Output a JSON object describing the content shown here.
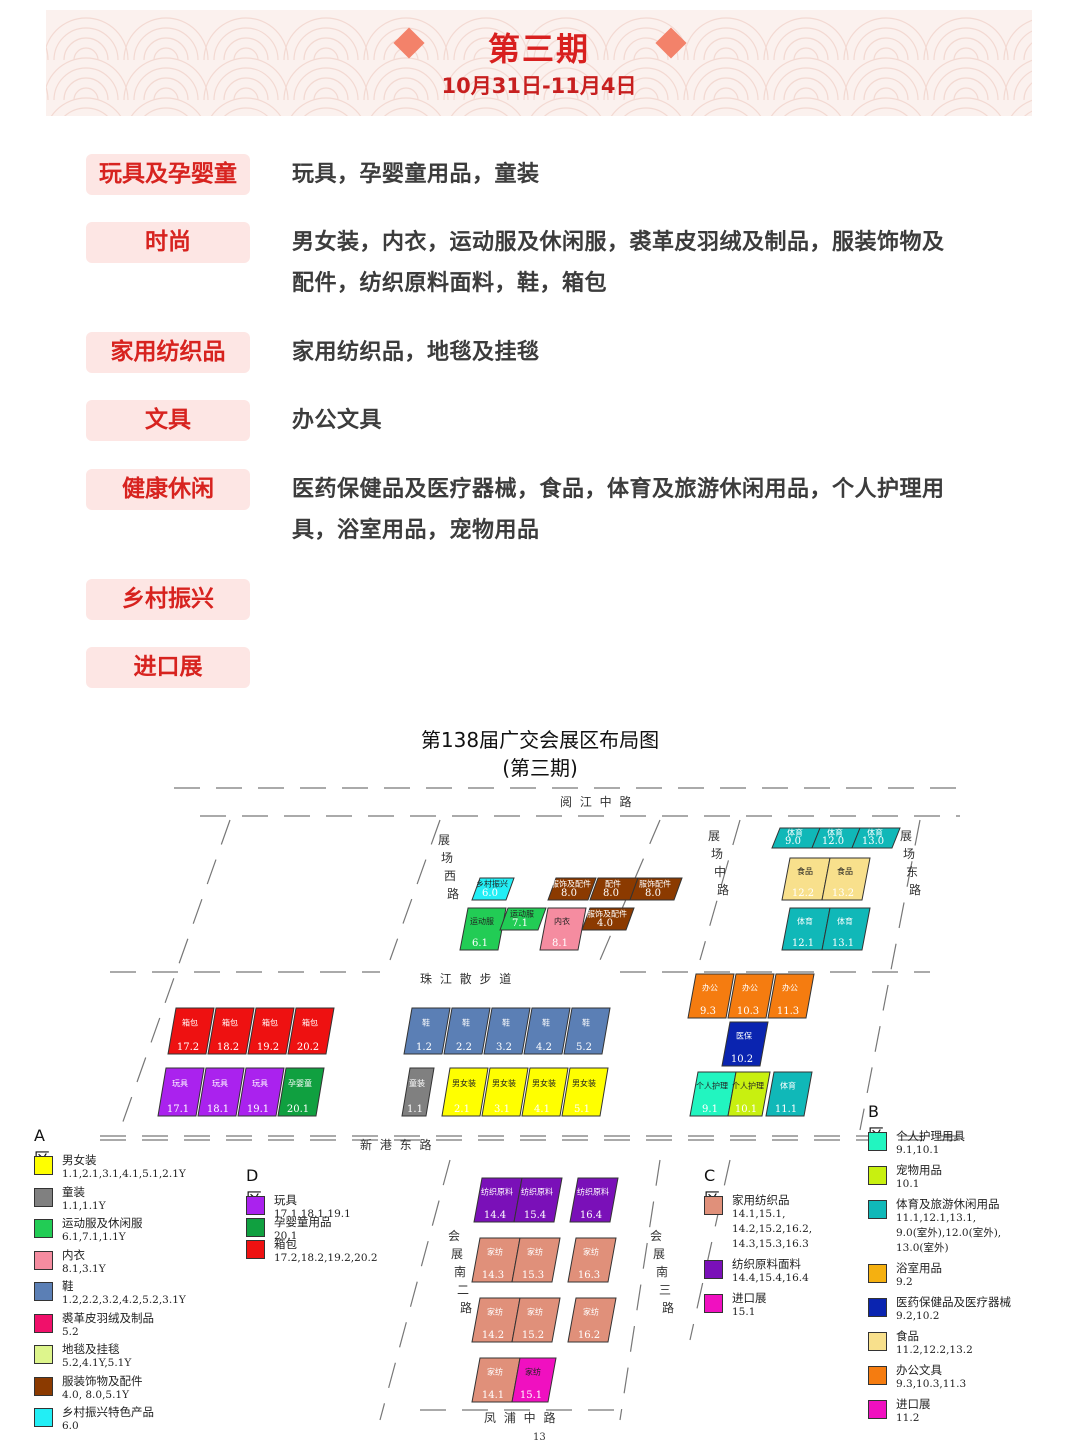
{
  "banner": {
    "title": "第三期",
    "date": "10月31日-11月4日"
  },
  "colors": {
    "accent": "#d8201f",
    "label_bg": "#fde6e4"
  },
  "categories": [
    {
      "label": "玩具及孕婴童",
      "desc": "玩具，孕婴童用品，童装"
    },
    {
      "label": "时尚",
      "desc": "男女装，内衣，运动服及休闲服，裘革皮羽绒及制品，服装饰物及配件，纺织原料面料，鞋，箱包"
    },
    {
      "label": "家用纺织品",
      "desc": "家用纺织品，地毯及挂毯"
    },
    {
      "label": "文具",
      "desc": "办公文具"
    },
    {
      "label": "健康休闲",
      "desc": "医药保健品及医疗器械，食品，体育及旅游休闲用品，个人护理用具，浴室用品，宠物用品"
    },
    {
      "label": "乡村振兴",
      "desc": ""
    },
    {
      "label": "进口展",
      "desc": ""
    }
  ],
  "map": {
    "title": "第138届广交会展区布局图",
    "subtitle": "(第三期)",
    "roads": {
      "top": "阅 江 中 路",
      "west": "展场西路",
      "middle": "展场中路",
      "east": "展场东路",
      "pearl": "珠 江 散 步 道",
      "xingang": "新 港 东 路",
      "south2": "会展南二路",
      "south3": "会展南三路",
      "bottom": "凤 浦 中 路"
    },
    "page_number": "13",
    "zones": {
      "A": {
        "title": "A区",
        "items": [
          {
            "name": "男女装",
            "code": "1.1,2.1,3.1,4.1,5.1,2.1Y",
            "color": "#ffff00"
          },
          {
            "name": "童装",
            "code": "1.1,1.1Y",
            "color": "#808080"
          },
          {
            "name": "运动服及休闲服",
            "code": "6.1,7.1,1.1Y",
            "color": "#22cc55"
          },
          {
            "name": "内衣",
            "code": "8.1,3.1Y",
            "color": "#f58ca0"
          },
          {
            "name": "鞋",
            "code": "1.2,2.2,3.2,4.2,5.2,3.1Y",
            "color": "#5b7fb5"
          },
          {
            "name": "裘革皮羽绒及制品",
            "code": "5.2",
            "color": "#f0106a"
          },
          {
            "name": "地毯及挂毯",
            "code": "5.2,4.1Y,5.1Y",
            "color": "#ddf58c"
          },
          {
            "name": "服装饰物及配件",
            "code": "4.0, 8.0,5.1Y",
            "color": "#8b3a00"
          },
          {
            "name": "乡村振兴特色产品",
            "code": "6.0",
            "color": "#22eef5"
          }
        ]
      },
      "D": {
        "title": "D区",
        "items": [
          {
            "name": "玩具",
            "code": "17.1,18.1,19.1",
            "color": "#aa22ee"
          },
          {
            "name": "孕婴童用品",
            "code": "20.1",
            "color": "#10a040"
          },
          {
            "name": "箱包",
            "code": "17.2,18.2,19.2,20.2",
            "color": "#ee1111"
          }
        ]
      },
      "C": {
        "title": "C区",
        "items": [
          {
            "name": "家用纺织品",
            "code": "14.1,15.1,\n14.2,15.2,16.2,\n14.3,15.3,16.3",
            "color": "#e0907a"
          },
          {
            "name": "纺织原料面料",
            "code": "14.4,15.4,16.4",
            "color": "#7a10b8"
          },
          {
            "name": "进口展",
            "code": "15.1",
            "color": "#f010c0"
          }
        ]
      },
      "B": {
        "title": "B区",
        "items": [
          {
            "name": "个人护理用具",
            "code": "9.1,10.1",
            "color": "#22f5c0"
          },
          {
            "name": "宠物用品",
            "code": "10.1",
            "color": "#c8f010"
          },
          {
            "name": "体育及旅游休闲用品",
            "code": "11.1,12.1,13.1,\n9.0(室外),12.0(室外),\n13.0(室外)",
            "color": "#10b8b8"
          },
          {
            "name": "浴室用品",
            "code": "9.2",
            "color": "#f5b010"
          },
          {
            "name": "医药保健品及医疗器械",
            "code": "9.2,10.2",
            "color": "#0a24b0"
          },
          {
            "name": "食品",
            "code": "11.2,12.2,13.2",
            "color": "#f8e08c"
          },
          {
            "name": "办公文具",
            "code": "9.3,10.3,11.3",
            "color": "#f57c10"
          },
          {
            "name": "进口展",
            "code": "11.2",
            "color": "#f010c0"
          }
        ]
      }
    },
    "halls": [
      {
        "label": "乡村振兴",
        "code": "6.0",
        "color": "#22eef5"
      },
      {
        "label": "服饰及配件",
        "code": "8.0",
        "color": "#8b3a00"
      },
      {
        "label": "配件",
        "code": "8.0",
        "color": "#8b3a00"
      },
      {
        "label": "服饰配件",
        "code": "8.0",
        "color": "#8b3a00"
      },
      {
        "label": "服饰及配件",
        "code": "4.0",
        "color": "#8b3a00"
      },
      {
        "label": "运动服",
        "code": "6.1",
        "color": "#22cc55"
      },
      {
        "label": "运动服",
        "code": "7.1",
        "color": "#22cc55"
      },
      {
        "label": "内衣",
        "code": "8.1",
        "color": "#f58ca0"
      },
      {
        "label": "箱包",
        "code": "17.2",
        "color": "#ee1111"
      },
      {
        "label": "箱包",
        "code": "18.2",
        "color": "#ee1111"
      },
      {
        "label": "箱包",
        "code": "19.2",
        "color": "#ee1111"
      },
      {
        "label": "箱包",
        "code": "20.2",
        "color": "#ee1111"
      },
      {
        "label": "玩具",
        "code": "17.1",
        "color": "#aa22ee"
      },
      {
        "label": "玩具",
        "code": "18.1",
        "color": "#aa22ee"
      },
      {
        "label": "玩具",
        "code": "19.1",
        "color": "#aa22ee"
      },
      {
        "label": "孕婴童",
        "code": "20.1",
        "color": "#10a040"
      },
      {
        "label": "鞋",
        "code": "1.2",
        "color": "#5b7fb5"
      },
      {
        "label": "鞋",
        "code": "2.2",
        "color": "#5b7fb5"
      },
      {
        "label": "鞋",
        "code": "3.2",
        "color": "#5b7fb5"
      },
      {
        "label": "鞋",
        "code": "4.2",
        "color": "#5b7fb5"
      },
      {
        "label": "鞋",
        "code": "5.2",
        "color": "#5b7fb5"
      },
      {
        "label": "童装",
        "code": "1.1",
        "color": "#808080"
      },
      {
        "label": "男女装",
        "code": "2.1",
        "color": "#ffff00"
      },
      {
        "label": "男女装",
        "code": "3.1",
        "color": "#ffff00"
      },
      {
        "label": "男女装",
        "code": "4.1",
        "color": "#ffff00"
      },
      {
        "label": "男女装",
        "code": "5.1",
        "color": "#ffff00"
      },
      {
        "label": "办公",
        "code": "9.3",
        "color": "#f57c10"
      },
      {
        "label": "办公",
        "code": "10.3",
        "color": "#f57c10"
      },
      {
        "label": "办公",
        "code": "11.3",
        "color": "#f57c10"
      },
      {
        "label": "医保",
        "code": "10.2",
        "color": "#0a24b0"
      },
      {
        "label": "个人护理",
        "code": "9.1",
        "color": "#22f5c0"
      },
      {
        "label": "个人护理",
        "code": "10.1",
        "color": "#c8f010"
      },
      {
        "label": "体育",
        "code": "11.1",
        "color": "#10b8b8"
      },
      {
        "label": "体育",
        "code": "9.0",
        "color": "#10b8b8"
      },
      {
        "label": "体育",
        "code": "12.0",
        "color": "#10b8b8"
      },
      {
        "label": "体育",
        "code": "13.0",
        "color": "#10b8b8"
      },
      {
        "label": "食品",
        "code": "12.2",
        "color": "#f8e08c"
      },
      {
        "label": "食品",
        "code": "13.2",
        "color": "#f8e08c"
      },
      {
        "label": "体育",
        "code": "12.1",
        "color": "#10b8b8"
      },
      {
        "label": "体育",
        "code": "13.1",
        "color": "#10b8b8"
      },
      {
        "label": "纺织原料",
        "code": "14.4",
        "color": "#7a10b8"
      },
      {
        "label": "纺织原料",
        "code": "15.4",
        "color": "#7a10b8"
      },
      {
        "label": "纺织原料",
        "code": "16.4",
        "color": "#7a10b8"
      },
      {
        "label": "家纺",
        "code": "14.3",
        "color": "#e0907a"
      },
      {
        "label": "家纺",
        "code": "15.3",
        "color": "#e0907a"
      },
      {
        "label": "家纺",
        "code": "16.3",
        "color": "#e0907a"
      },
      {
        "label": "家纺",
        "code": "14.2",
        "color": "#e0907a"
      },
      {
        "label": "家纺",
        "code": "15.2",
        "color": "#e0907a"
      },
      {
        "label": "家纺",
        "code": "16.2",
        "color": "#e0907a"
      },
      {
        "label": "家纺",
        "code": "14.1",
        "color": "#e0907a"
      },
      {
        "label": "家纺",
        "code": "15.1",
        "color": "#f010c0"
      }
    ]
  }
}
